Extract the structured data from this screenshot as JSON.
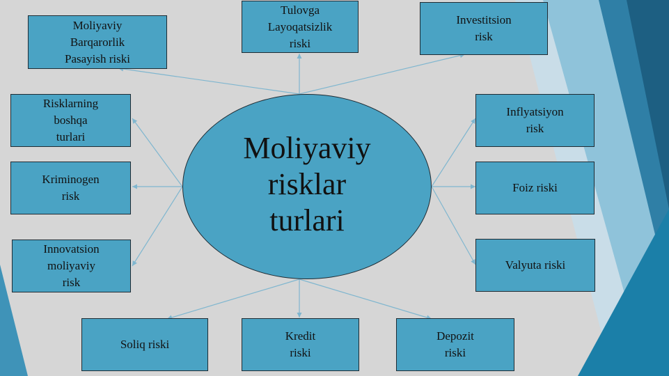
{
  "diagram": {
    "center": {
      "label": "Moliyaviy\nrisklar\nturlari"
    },
    "nodes": [
      {
        "id": "barqarorlik",
        "label": "Moliyaviy\nBarqarorlik\nPasayish riski"
      },
      {
        "id": "tulovga",
        "label": "Tulovga\nLayoqatsizlik\nriski"
      },
      {
        "id": "investitsion",
        "label": "Investitsion\nrisk"
      },
      {
        "id": "boshqa",
        "label": "Risklarning\nboshqa\nturlari"
      },
      {
        "id": "inflyatsiyon",
        "label": "Inflyatsiyon\nrisk"
      },
      {
        "id": "kriminogen",
        "label": "Kriminogen\nrisk"
      },
      {
        "id": "foiz",
        "label": "Foiz riski"
      },
      {
        "id": "innovatsion",
        "label": "Innovatsion\nmoliyaviy\nrisk"
      },
      {
        "id": "valyuta",
        "label": "Valyuta riski"
      },
      {
        "id": "soliq",
        "label": "Soliq riski"
      },
      {
        "id": "kredit",
        "label": "Kredit\nriski"
      },
      {
        "id": "depozit",
        "label": "Depozit\nriski"
      }
    ]
  },
  "colors": {
    "node_fill": "#4aa3c4",
    "border": "#1f2b33",
    "connector": "#7fb6cf",
    "background": "#d6d6d6"
  }
}
